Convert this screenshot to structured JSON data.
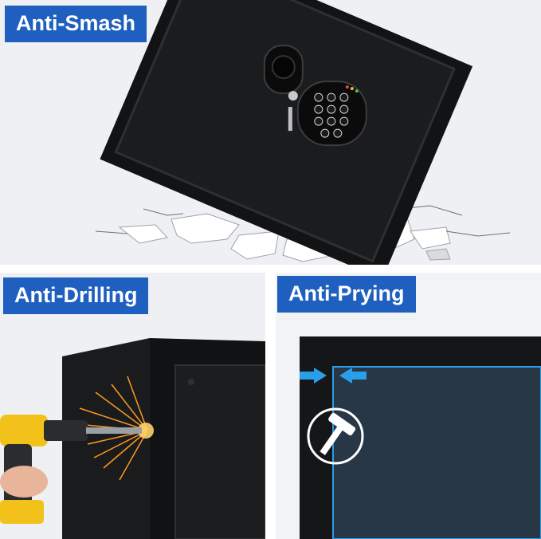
{
  "labels": {
    "top": "Anti-Smash",
    "bottom_left": "Anti-Drilling",
    "bottom_right": "Anti-Prying"
  },
  "colors": {
    "badge_bg": "#1f5fbf",
    "safe_body": "#141516",
    "arrow_blue": "#2a9ee8"
  },
  "icons": [
    "hammer-icon",
    "arrow-right-icon",
    "arrow-left-icon",
    "drill-icon",
    "keypad-icon"
  ]
}
